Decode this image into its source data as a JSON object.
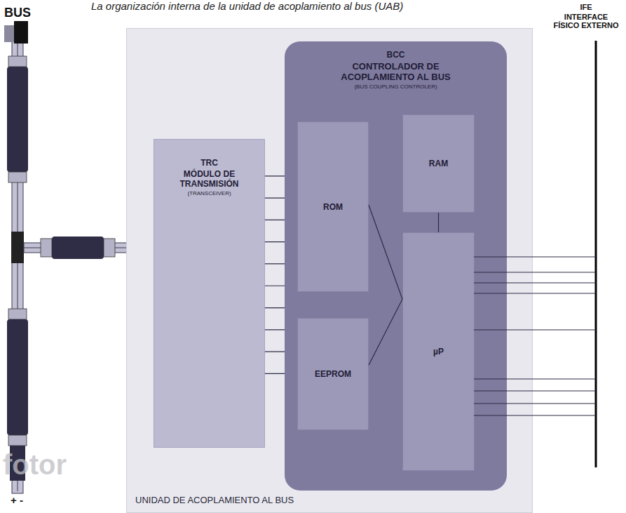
{
  "diagram": {
    "caption": "La organización interna de la unidad de acoplamiento al bus (UAB)",
    "nodes": [
      {
        "text": [
          "UNIDAD DE ACOPLAMIENTO AL BUS"
        ]
      },
      {
        "text": [
          "TRC",
          "MÓDULO DE TRANSMISIÓN",
          "(TRANSCEIVER)"
        ],
        "in": 0
      },
      {
        "text": [
          "BCC",
          "CONTROLADOR DE ACOPLAMIENTO AL BUS",
          "(BUS COUPLING CONTROLER)"
        ],
        "in": 0
      },
      {
        "text": [
          "ROM"
        ],
        "in": 2
      },
      {
        "text": [
          "RAM"
        ],
        "in": 2
      },
      {
        "text": [
          "EEPROM"
        ],
        "in": 2
      },
      {
        "text": [
          "µP"
        ],
        "in": 2
      }
    ],
    "edges": [
      {
        "from": 1,
        "to": 2,
        "arrow": "none"
      },
      {
        "from": 3,
        "to": 6,
        "arrow": "none"
      },
      {
        "from": 5,
        "to": 6,
        "arrow": "none"
      },
      {
        "from": 4,
        "to": 6,
        "arrow": "none"
      }
    ],
    "labels": [
      "BUS",
      "IFE",
      "INTERFACE FÍSICO EXTERNO",
      "+",
      "-",
      "fotor"
    ]
  }
}
